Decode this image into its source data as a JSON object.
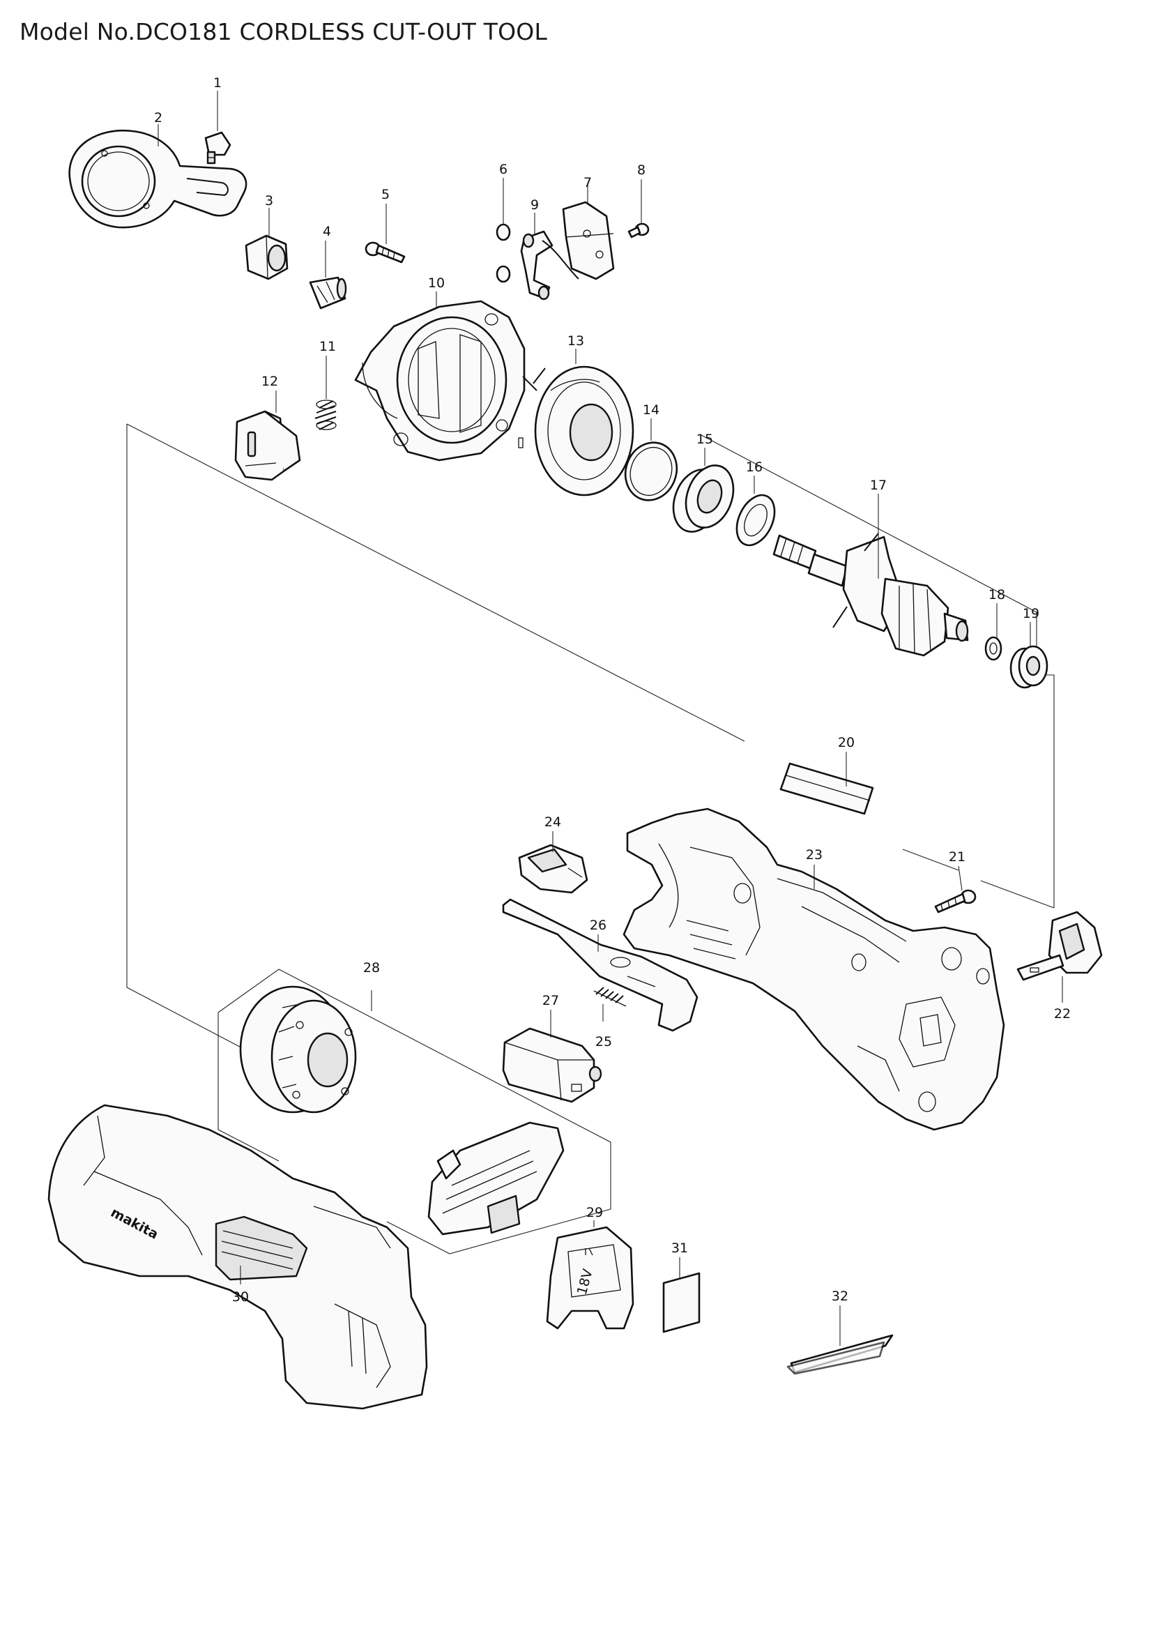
{
  "title": "Model No.DCO181 CORDLESS CUT-OUT TOOL",
  "callouts": [
    "1",
    "2",
    "3",
    "4",
    "5",
    "6",
    "7",
    "8",
    "9",
    "10",
    "11",
    "12",
    "13",
    "14",
    "15",
    "16",
    "17",
    "18",
    "19",
    "20",
    "21",
    "22",
    "23",
    "24",
    "25",
    "26",
    "27",
    "28",
    "29",
    "30",
    "31",
    "32"
  ],
  "body_logo_text": "makita",
  "battery_terminal_text": "18V"
}
